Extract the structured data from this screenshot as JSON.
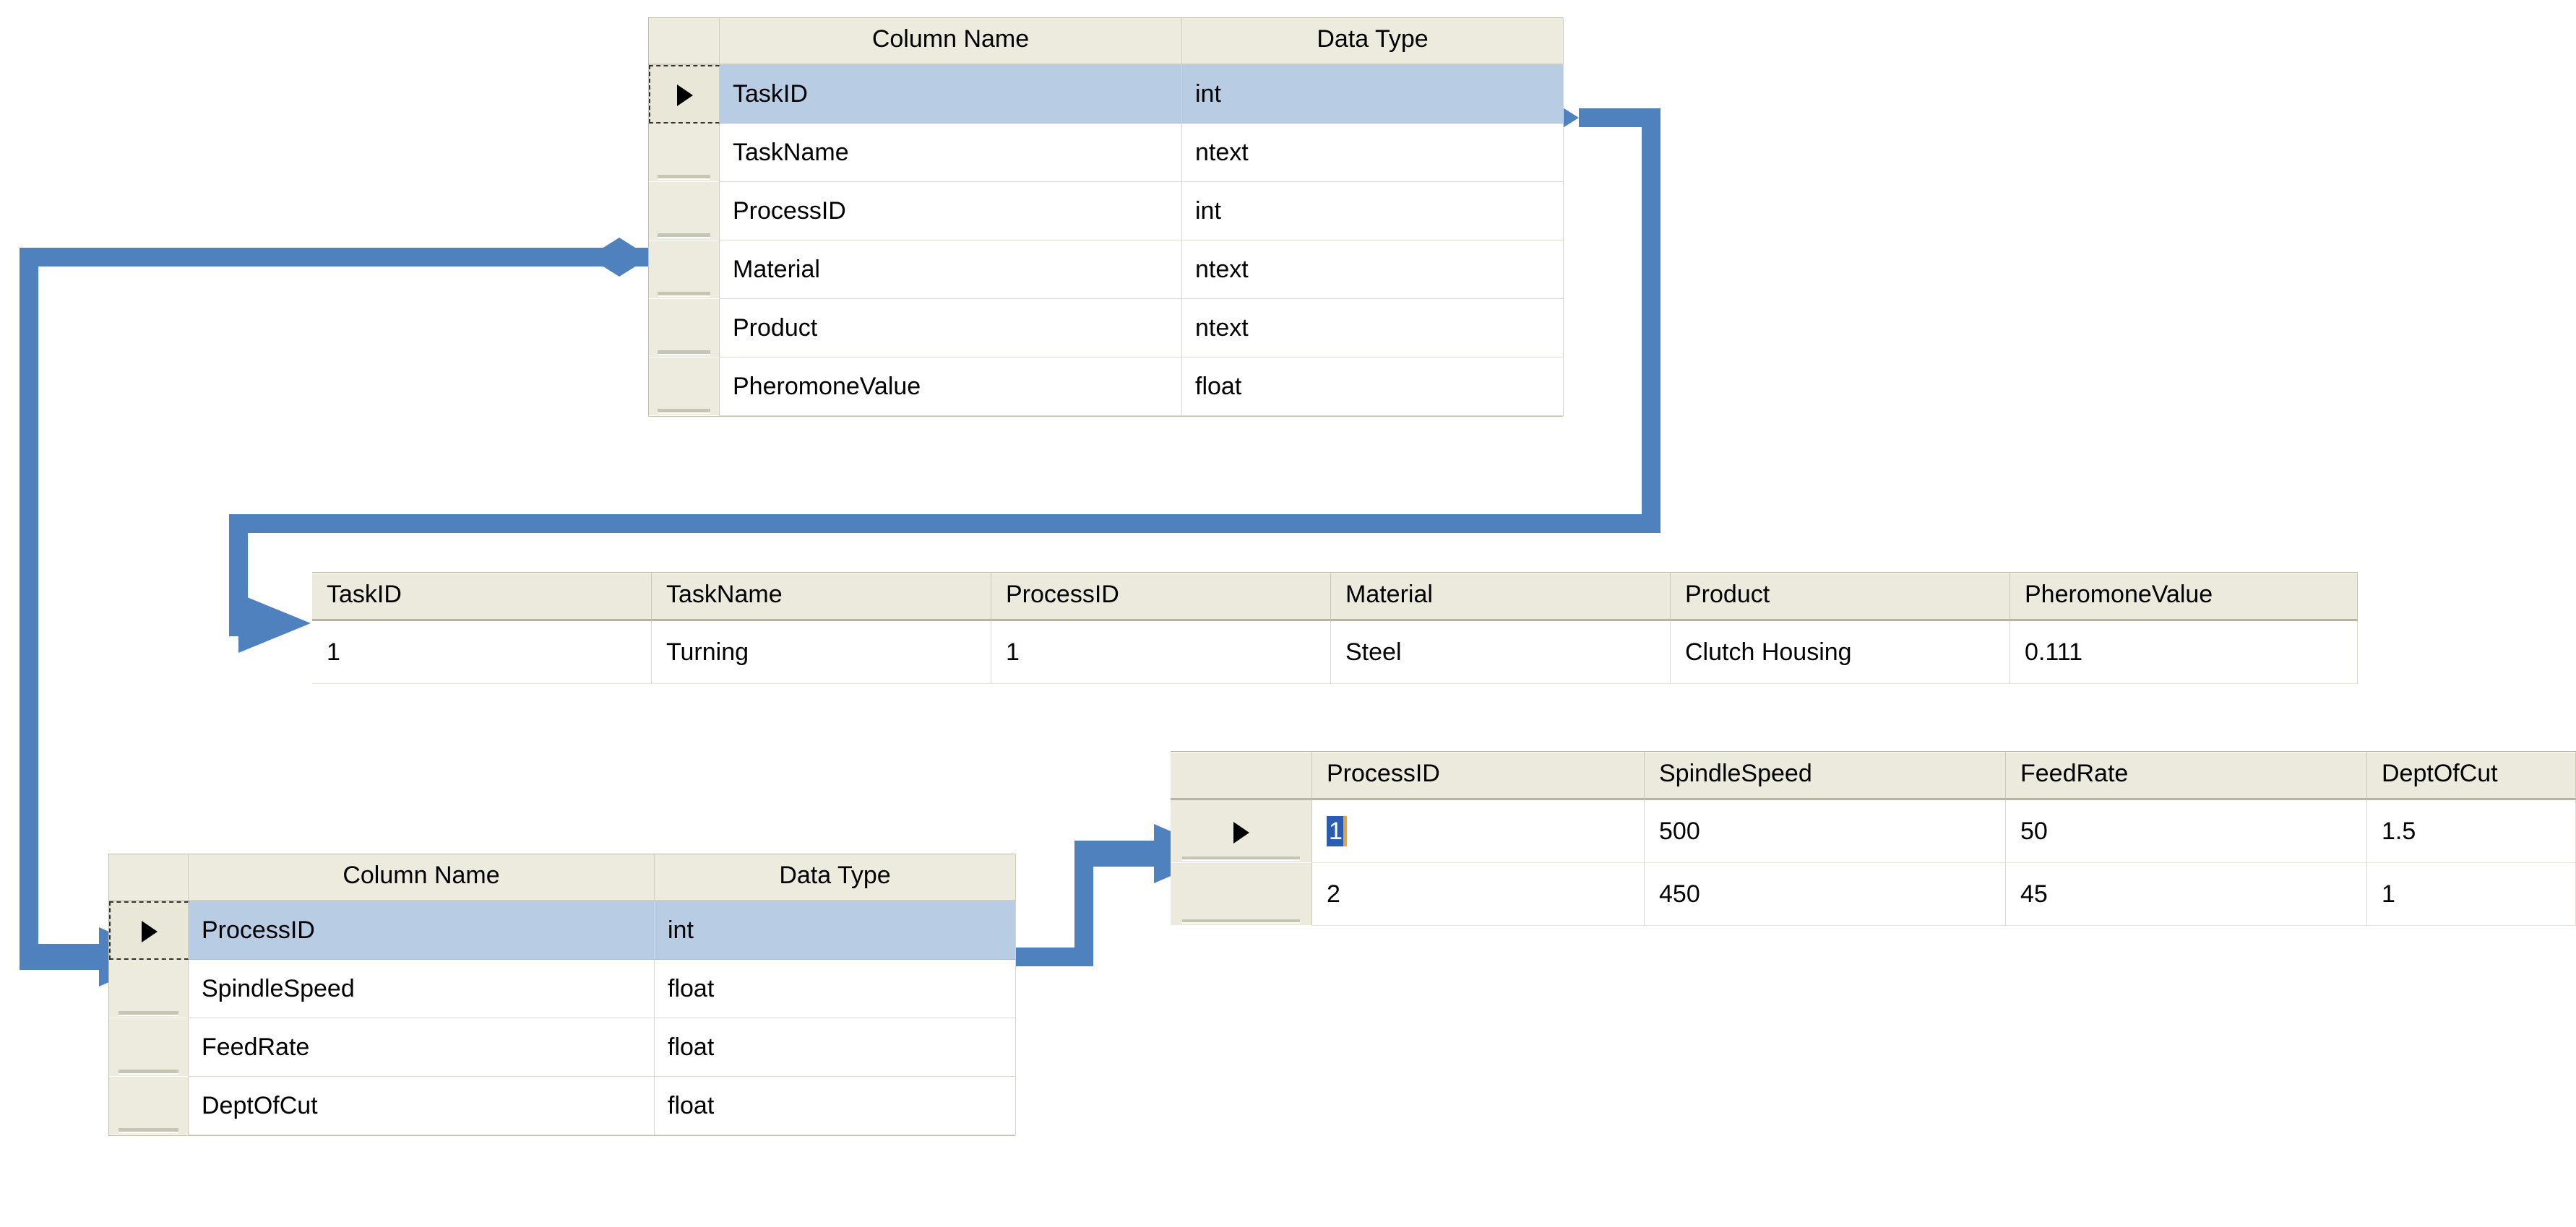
{
  "diagram": {
    "title": "Task and Process table schema with relationship connectors",
    "accent_color": "#4e81bd",
    "selected_row_color": "#b8cce4",
    "header_color": "#ecebdd",
    "text_selection_color": "#2a5db0"
  },
  "task_designer": {
    "name": "Task table column designer",
    "headers": {
      "gutter": "",
      "column_name": "Column Name",
      "data_type": "Data Type"
    },
    "rows": [
      {
        "marker": "row-indicator",
        "column_name": "TaskID",
        "data_type": "int",
        "selected": true
      },
      {
        "marker": "",
        "column_name": "TaskName",
        "data_type": "ntext",
        "selected": false
      },
      {
        "marker": "",
        "column_name": "ProcessID",
        "data_type": "int",
        "selected": false
      },
      {
        "marker": "",
        "column_name": "Material",
        "data_type": "ntext",
        "selected": false
      },
      {
        "marker": "",
        "column_name": "Product",
        "data_type": "ntext",
        "selected": false
      },
      {
        "marker": "",
        "column_name": "PheromoneValue",
        "data_type": "float",
        "selected": false
      }
    ]
  },
  "task_datagrid": {
    "name": "Task table data rows",
    "headers": [
      "TaskID",
      "TaskName",
      "ProcessID",
      "Material",
      "Product",
      "PheromoneValue"
    ],
    "rows": [
      [
        "1",
        "Turning",
        "1",
        "Steel",
        "Clutch Housing",
        "0.111"
      ]
    ]
  },
  "process_designer": {
    "name": "Process table column designer",
    "headers": {
      "gutter": "",
      "column_name": "Column Name",
      "data_type": "Data Type"
    },
    "rows": [
      {
        "marker": "row-indicator",
        "column_name": "ProcessID",
        "data_type": "int",
        "selected": true
      },
      {
        "marker": "",
        "column_name": "SpindleSpeed",
        "data_type": "float",
        "selected": false
      },
      {
        "marker": "",
        "column_name": "FeedRate",
        "data_type": "float",
        "selected": false
      },
      {
        "marker": "",
        "column_name": "DeptOfCut",
        "data_type": "float",
        "selected": false
      }
    ]
  },
  "process_datagrid": {
    "name": "Process table data rows",
    "headers": [
      "ProcessID",
      "SpindleSpeed",
      "FeedRate",
      "DeptOfCut"
    ],
    "rows": [
      {
        "marker": "row-indicator",
        "cells": [
          "1",
          "500",
          "50",
          "1.5"
        ],
        "first_cell_selected": true
      },
      {
        "marker": "",
        "cells": [
          "2",
          "450",
          "45",
          "1"
        ],
        "first_cell_selected": false
      }
    ]
  },
  "connectors": [
    {
      "name": "taskid-to-taskid-datagrid",
      "from": "Task designer TaskID row",
      "to": "Task datagrid TaskID header",
      "source_endpoint": "diamond",
      "target_endpoint": "arrow"
    },
    {
      "name": "task-processid-to-process-designer",
      "from": "Task designer ProcessID row",
      "to": "Process designer ProcessID row",
      "source_endpoint": "diamond",
      "target_endpoint": "arrow"
    },
    {
      "name": "process-designer-to-process-datagrid",
      "from": "Process designer ProcessID row",
      "to": "Process datagrid first row",
      "source_endpoint": "diamond",
      "target_endpoint": "arrow"
    }
  ]
}
